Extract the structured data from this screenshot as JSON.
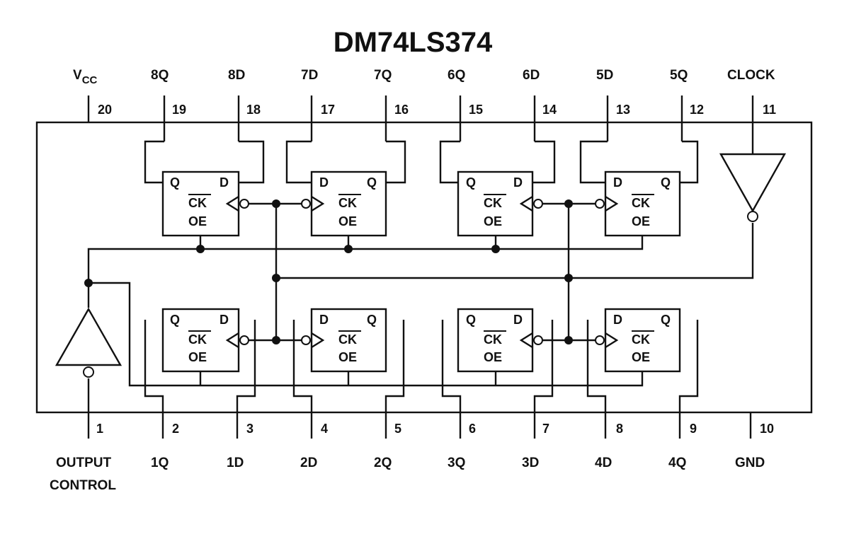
{
  "title": "DM74LS374",
  "top_pins": [
    {
      "num": "20",
      "label": "V",
      "sub": "CC"
    },
    {
      "num": "19",
      "label": "8Q"
    },
    {
      "num": "18",
      "label": "8D"
    },
    {
      "num": "17",
      "label": "7D"
    },
    {
      "num": "16",
      "label": "7Q"
    },
    {
      "num": "15",
      "label": "6Q"
    },
    {
      "num": "14",
      "label": "6D"
    },
    {
      "num": "13",
      "label": "5D"
    },
    {
      "num": "12",
      "label": "5Q"
    },
    {
      "num": "11",
      "label": "CLOCK"
    }
  ],
  "bottom_pins": [
    {
      "num": "1",
      "label": "OUTPUT",
      "label2": "CONTROL"
    },
    {
      "num": "2",
      "label": "1Q"
    },
    {
      "num": "3",
      "label": "1D"
    },
    {
      "num": "4",
      "label": "2D"
    },
    {
      "num": "5",
      "label": "2Q"
    },
    {
      "num": "6",
      "label": "3Q"
    },
    {
      "num": "7",
      "label": "3D"
    },
    {
      "num": "8",
      "label": "4D"
    },
    {
      "num": "9",
      "label": "4Q"
    },
    {
      "num": "10",
      "label": "GND"
    }
  ],
  "flipflop": {
    "q": "Q",
    "d": "D",
    "ck": "CK",
    "oe": "OE"
  }
}
